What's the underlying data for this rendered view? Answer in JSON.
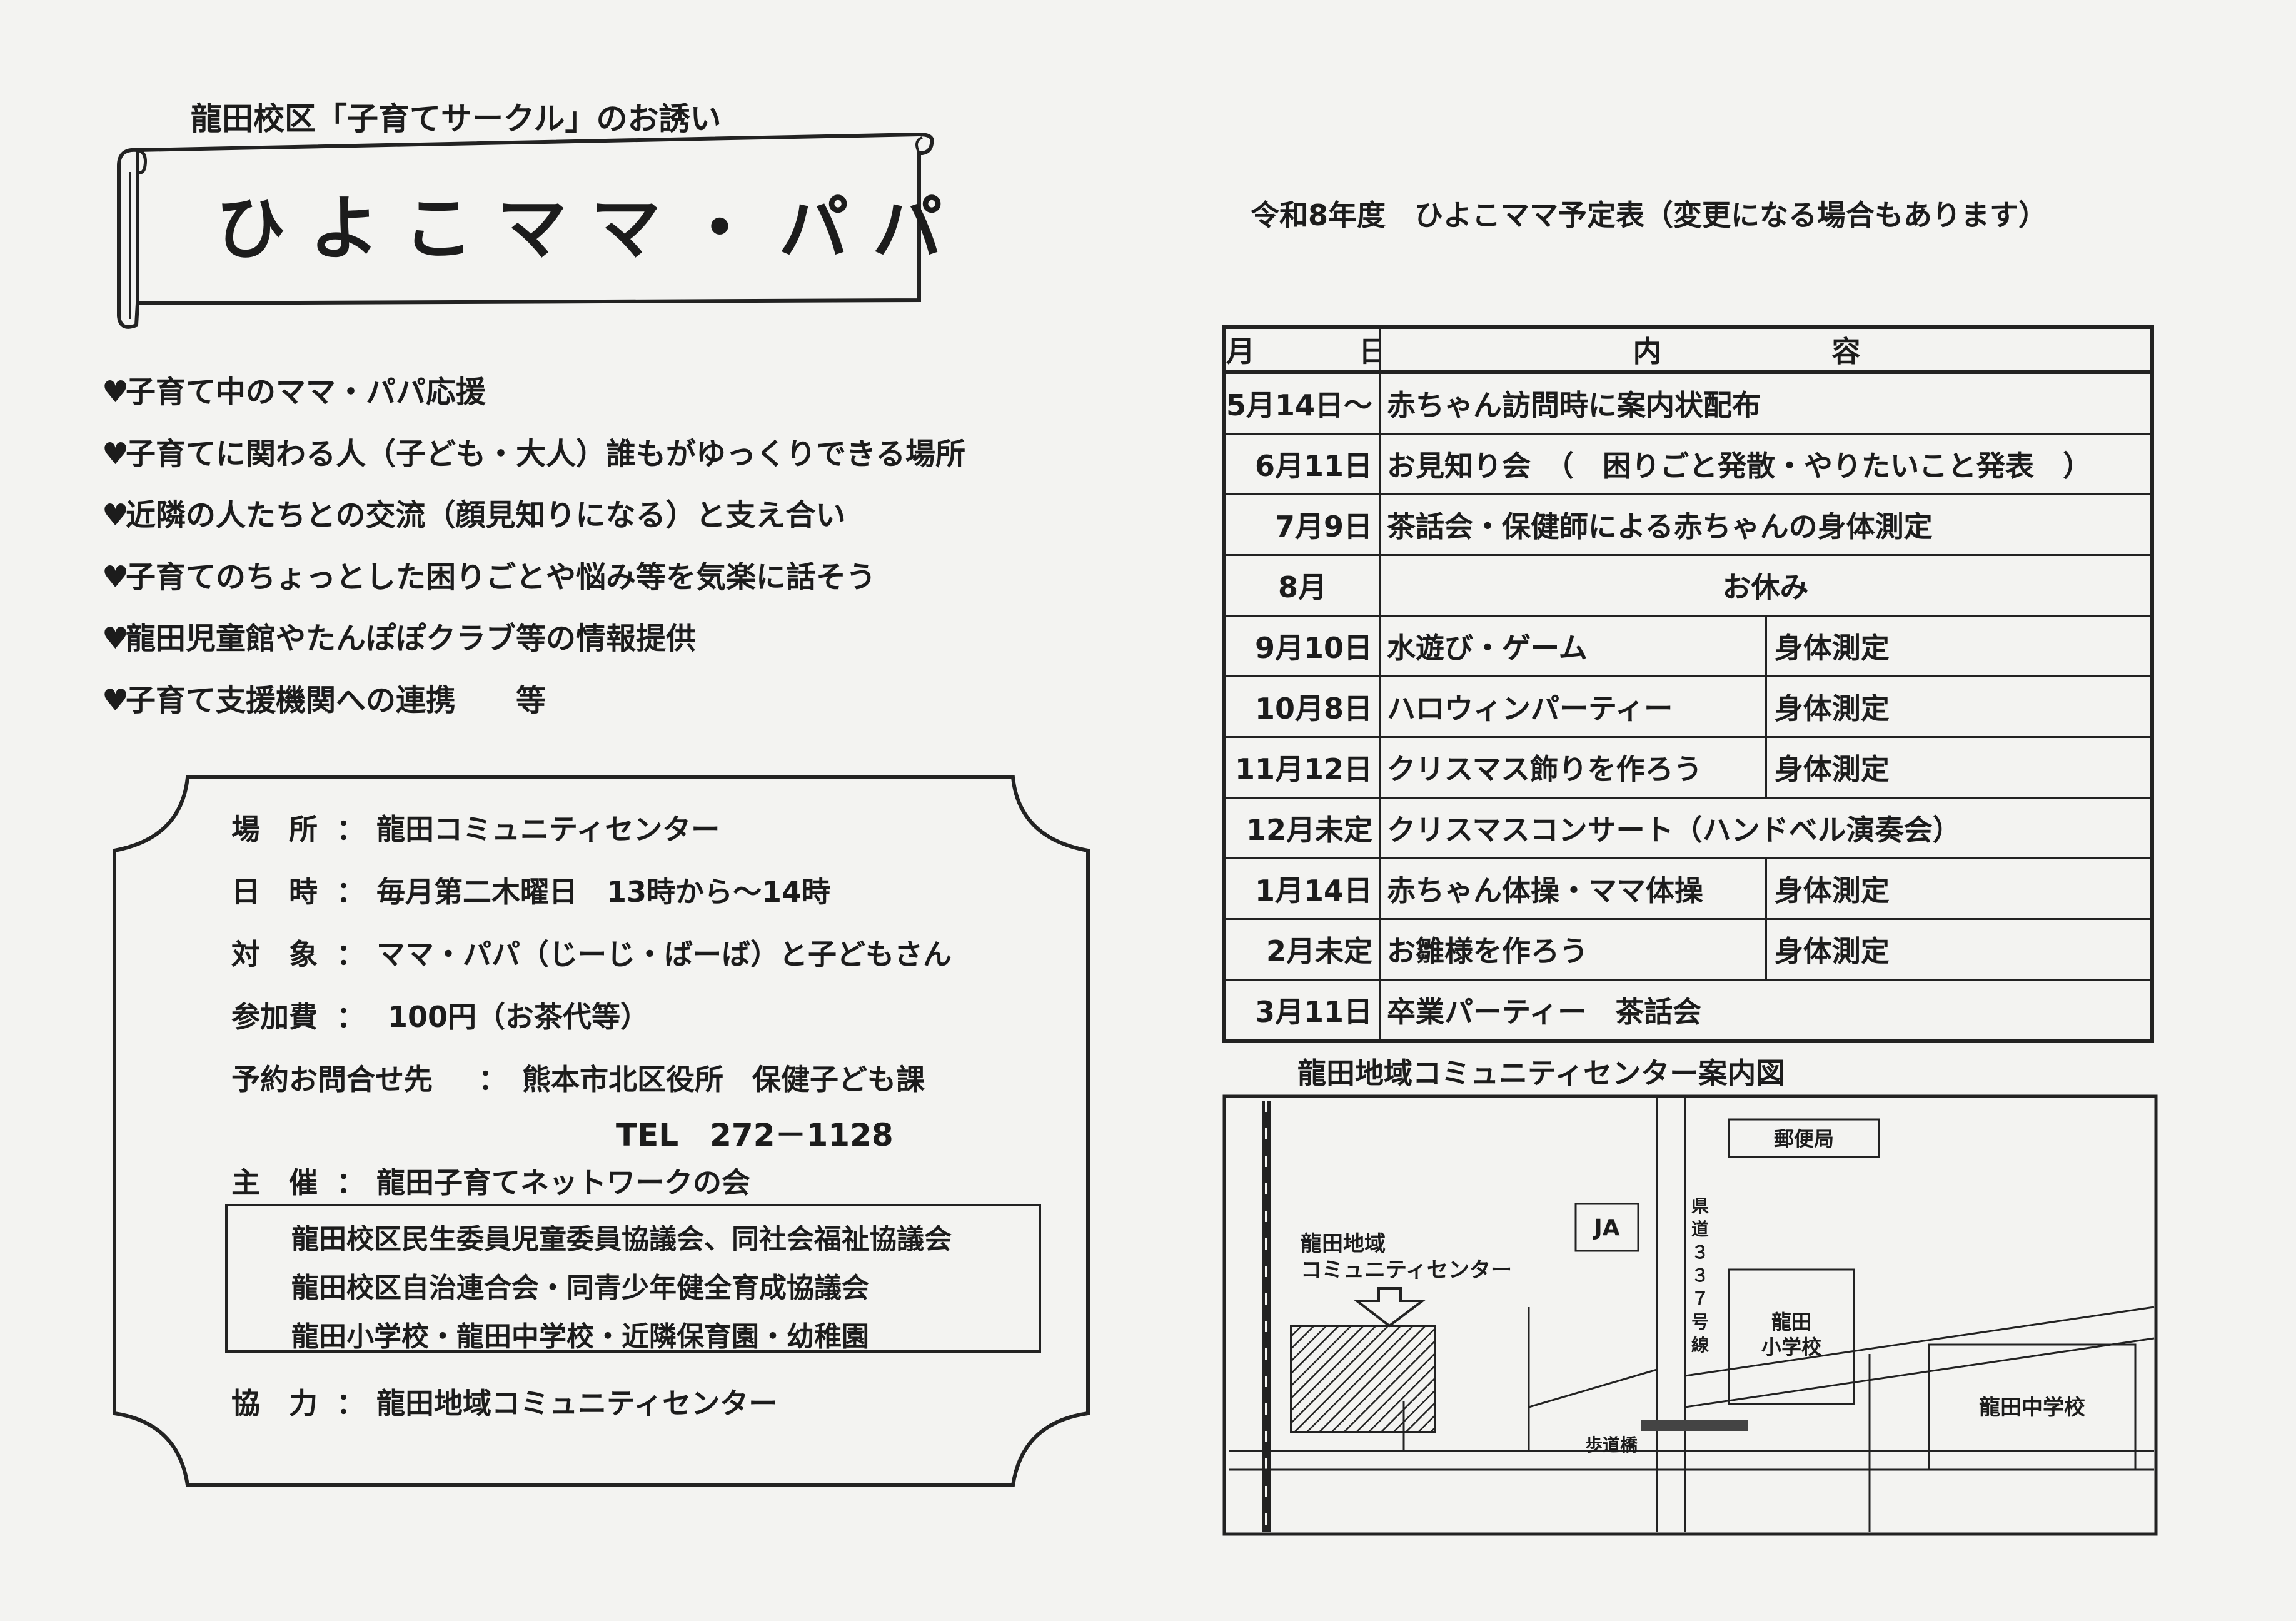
{
  "header": {
    "subtitle": "龍田校区「子育てサークル」のお誘い",
    "title": "ひよこママ・パパ"
  },
  "bullets": [
    "子育て中のママ・パパ応援",
    "子育てに関わる人（子ども・大人）誰もがゆっくりできる場所",
    "近隣の人たちとの交流（顔見知りになる）と支え合い",
    "子育てのちょっとした困りごとや悩み等を気楽に話そう",
    "龍田児童館やたんぽぽクラブ等の情報提供",
    "子育て支援機関への連携　　等"
  ],
  "bullet_mark": "♥",
  "info": {
    "place_label": "場　所",
    "place": "龍田コミュニティセンター",
    "datetime_label": "日　時",
    "datetime": "毎月第二木曜日　13時から～14時",
    "target_label": "対　象",
    "target": "ママ・パパ（じーじ・ばーば）と子どもさん",
    "fee_label": "参加費",
    "fee": "100円（お茶代等）",
    "contact_label": "予約お問合せ先",
    "contact": "熊本市北区役所　保健子ども課",
    "tel": "TEL　272－1128",
    "host_label": "主　催",
    "host": "龍田子育てネットワークの会",
    "orgs": [
      "龍田校区民生委員児童委員協議会、同社会福祉協議会",
      "龍田校区自治連合会・同青少年健全育成協議会",
      "龍田小学校・龍田中学校・近隣保育園・幼稚園"
    ],
    "coop_label": "協　力",
    "coop": "龍田地域コミュニティセンター",
    "colon": "："
  },
  "schedule": {
    "title": "令和8年度　ひよこママ予定表（変更になる場合もあります）",
    "headers": {
      "date": "月　日",
      "content": "内　　容"
    },
    "rows": [
      {
        "date": "5月14日～",
        "desc": "赤ちゃん訪問時に案内状配布",
        "measure": ""
      },
      {
        "date": "6月11日",
        "desc": "お見知り会　（　困りごと発散・やりたいこと発表　）",
        "measure": ""
      },
      {
        "date": "7月9日",
        "desc": "茶話会・保健師による赤ちゃんの身体測定",
        "measure": ""
      },
      {
        "date": "8月",
        "desc": "お休み",
        "measure": ""
      },
      {
        "date": "9月10日",
        "desc": "水遊び・ゲーム",
        "measure": "身体測定"
      },
      {
        "date": "10月8日",
        "desc": "ハロウィンパーティー",
        "measure": "身体測定"
      },
      {
        "date": "11月12日",
        "desc": "クリスマス飾りを作ろう",
        "measure": "身体測定"
      },
      {
        "date": "12月未定",
        "desc": "クリスマスコンサート（ハンドベル演奏会）",
        "measure": ""
      },
      {
        "date": "1月14日",
        "desc": "赤ちゃん体操・ママ体操",
        "measure": "身体測定"
      },
      {
        "date": "2月未定",
        "desc": "お雛様を作ろう",
        "measure": "身体測定"
      },
      {
        "date": "3月11日",
        "desc": "卒業パーティー　茶話会",
        "measure": ""
      }
    ]
  },
  "map": {
    "title": "龍田地域コミュニティセンター案内図",
    "post_office": "郵便局",
    "ja": "JA",
    "route": [
      "県",
      "道",
      "３",
      "３",
      "７",
      "号",
      "線"
    ],
    "center_line1": "龍田地域",
    "center_line2": "コミュニティセンター",
    "elementary_line1": "龍田",
    "elementary_line2": "小学校",
    "junior_high": "龍田中学校",
    "bridge": "歩道橋"
  }
}
